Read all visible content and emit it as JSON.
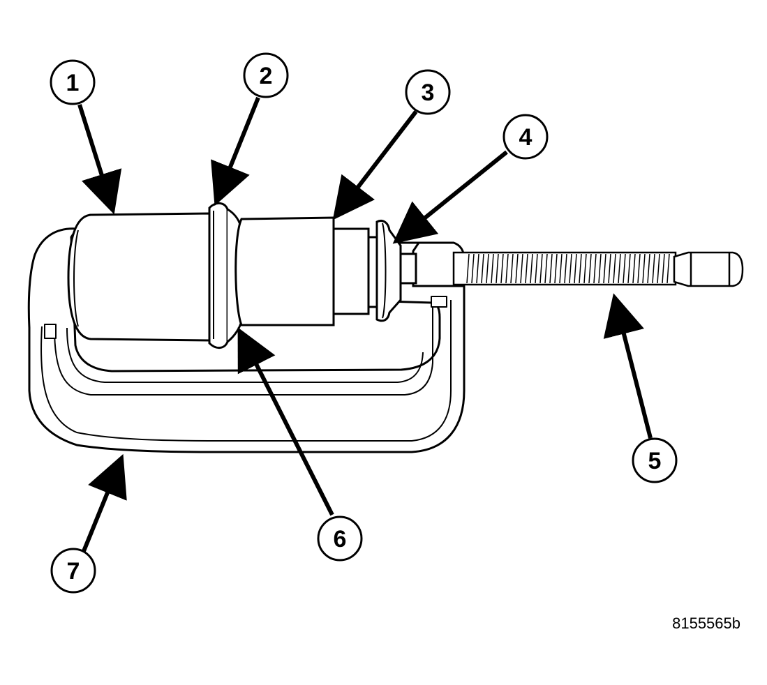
{
  "figure": {
    "id": "8155565b"
  },
  "callouts": [
    {
      "number": "1"
    },
    {
      "number": "2"
    },
    {
      "number": "3"
    },
    {
      "number": "4"
    },
    {
      "number": "5"
    },
    {
      "number": "6"
    },
    {
      "number": "7"
    }
  ]
}
